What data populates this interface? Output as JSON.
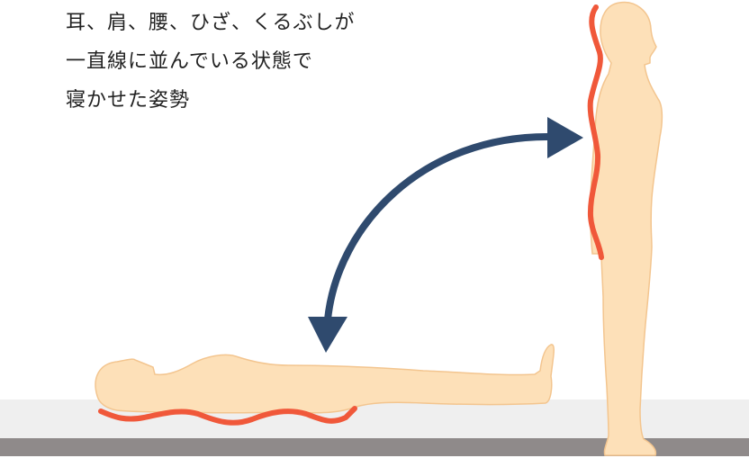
{
  "caption": {
    "lines": [
      "耳、肩、腰、ひざ、くるぶしが",
      "一直線に並んでいる状態で",
      "寝かせた姿勢"
    ]
  },
  "colors": {
    "skin": "#fde0b8",
    "skin_outline": "#f3c58f",
    "spine_curve": "#f0583a",
    "arrow": "#2f4a6e",
    "bed_top": "#efefef",
    "floor": "#8f8a8a"
  },
  "icons": {
    "standing_figure": "standing-person-icon",
    "lying_figure": "lying-person-icon",
    "arrow": "curved-double-arrow-icon"
  }
}
